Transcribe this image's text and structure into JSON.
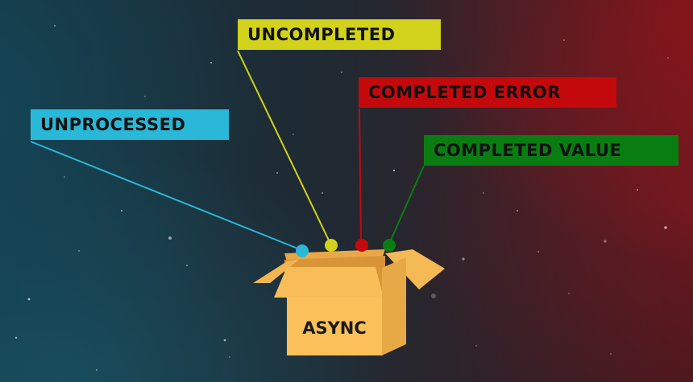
{
  "labels": {
    "unprocessed": "UNPROCESSED",
    "uncompleted": "UNCOMPLETED",
    "completed_error": "COMPLETED ERROR",
    "completed_value": "COMPLETED VALUE"
  },
  "box": {
    "text": "ASYNC"
  },
  "colors": {
    "unprocessed": "#29b8d8",
    "uncompleted": "#d2d21c",
    "completed_error": "#c4090d",
    "completed_value": "#0a7d12",
    "box": "#f9bf5a"
  }
}
